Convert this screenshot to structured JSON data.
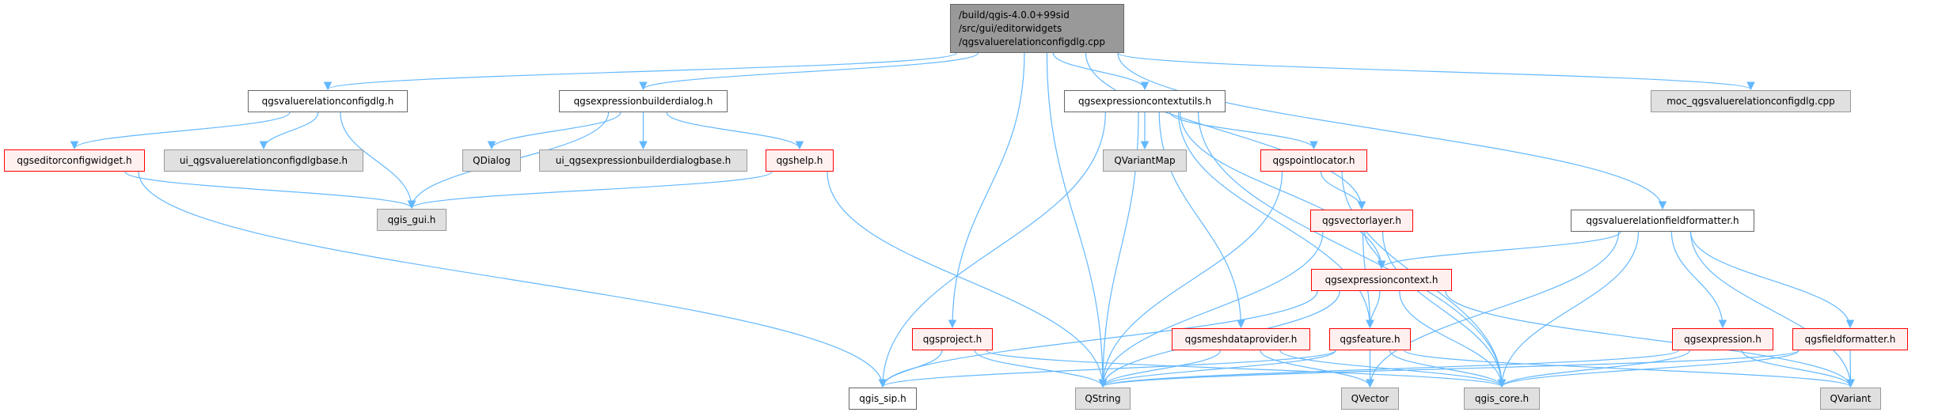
{
  "colors": {
    "edge": "#63b8ff",
    "root_fill": "#999999",
    "ext_fill": "#e0e0e0",
    "red_border": "#ff0000",
    "red_fill": "#fff0f0"
  },
  "nodes": {
    "root": {
      "lines": [
        "/build/qgis-4.0.0+99sid",
        "/src/gui/editorwidgets",
        "/qgsvaluerelationconfigdlg.cpp"
      ],
      "kind": "root"
    },
    "vrcdlg": {
      "label": "qgsvaluerelationconfigdlg.h",
      "kind": "plain"
    },
    "ebdlg": {
      "label": "qgsexpressionbuilderdialog.h",
      "kind": "plain"
    },
    "ecutils": {
      "label": "qgsexpressioncontextutils.h",
      "kind": "plain"
    },
    "moc": {
      "label": "moc_qgsvaluerelationconfigdlg.cpp",
      "kind": "ext"
    },
    "ecw": {
      "label": "qgseditorconfigwidget.h",
      "kind": "red"
    },
    "uivr": {
      "label": "ui_qgsvaluerelationconfigdlgbase.h",
      "kind": "ext"
    },
    "qdialog": {
      "label": "QDialog",
      "kind": "ext"
    },
    "uieb": {
      "label": "ui_qgsexpressionbuilderdialogbase.h",
      "kind": "ext"
    },
    "help": {
      "label": "qgshelp.h",
      "kind": "red"
    },
    "qvmap": {
      "label": "QVariantMap",
      "kind": "ext"
    },
    "ploc": {
      "label": "qgspointlocator.h",
      "kind": "red"
    },
    "gui": {
      "label": "qgis_gui.h",
      "kind": "ext"
    },
    "vlayer": {
      "label": "qgsvectorlayer.h",
      "kind": "red"
    },
    "vrff": {
      "label": "qgsvaluerelationfieldformatter.h",
      "kind": "plain"
    },
    "ectx": {
      "label": "qgsexpressioncontext.h",
      "kind": "red"
    },
    "project": {
      "label": "qgsproject.h",
      "kind": "red"
    },
    "mesh": {
      "label": "qgsmeshdataprovider.h",
      "kind": "red"
    },
    "feature": {
      "label": "qgsfeature.h",
      "kind": "red"
    },
    "expr": {
      "label": "qgsexpression.h",
      "kind": "red"
    },
    "ff": {
      "label": "qgsfieldformatter.h",
      "kind": "red"
    },
    "sip": {
      "label": "qgis_sip.h",
      "kind": "plain"
    },
    "qstring": {
      "label": "QString",
      "kind": "ext"
    },
    "qvector": {
      "label": "QVector",
      "kind": "ext"
    },
    "core": {
      "label": "qgis_core.h",
      "kind": "ext"
    },
    "qvariant": {
      "label": "QVariant",
      "kind": "ext"
    }
  },
  "edges": [
    [
      "root",
      "vrcdlg"
    ],
    [
      "root",
      "ebdlg"
    ],
    [
      "root",
      "qstring"
    ],
    [
      "root",
      "project"
    ],
    [
      "root",
      "ecutils"
    ],
    [
      "root",
      "vlayer"
    ],
    [
      "root",
      "vrff"
    ],
    [
      "root",
      "moc"
    ],
    [
      "vrcdlg",
      "ecw"
    ],
    [
      "vrcdlg",
      "uivr"
    ],
    [
      "vrcdlg",
      "gui"
    ],
    [
      "ecw",
      "gui"
    ],
    [
      "ecw",
      "sip"
    ],
    [
      "ebdlg",
      "gui"
    ],
    [
      "ebdlg",
      "qdialog"
    ],
    [
      "ebdlg",
      "uieb"
    ],
    [
      "ebdlg",
      "help"
    ],
    [
      "help",
      "gui"
    ],
    [
      "help",
      "qstring"
    ],
    [
      "ecutils",
      "sip"
    ],
    [
      "ecutils",
      "qstring"
    ],
    [
      "ecutils",
      "mesh"
    ],
    [
      "ecutils",
      "qvmap"
    ],
    [
      "ecutils",
      "ploc"
    ],
    [
      "ecutils",
      "feature"
    ],
    [
      "ecutils",
      "ectx"
    ],
    [
      "ecutils",
      "core"
    ],
    [
      "ploc",
      "qstring"
    ],
    [
      "ploc",
      "vlayer"
    ],
    [
      "ploc",
      "core"
    ],
    [
      "vlayer",
      "qstring"
    ],
    [
      "vlayer",
      "feature"
    ],
    [
      "vlayer",
      "ectx"
    ],
    [
      "vlayer",
      "core"
    ],
    [
      "vrff",
      "ectx"
    ],
    [
      "vrff",
      "qvector"
    ],
    [
      "vrff",
      "core"
    ],
    [
      "vrff",
      "expr"
    ],
    [
      "vrff",
      "ff"
    ],
    [
      "vrff",
      "qvariant"
    ],
    [
      "ectx",
      "sip"
    ],
    [
      "ectx",
      "qstring"
    ],
    [
      "ectx",
      "feature"
    ],
    [
      "ectx",
      "core"
    ],
    [
      "ectx",
      "qvariant"
    ],
    [
      "project",
      "sip"
    ],
    [
      "project",
      "qstring"
    ],
    [
      "project",
      "core"
    ],
    [
      "mesh",
      "qstring"
    ],
    [
      "mesh",
      "qvector"
    ],
    [
      "mesh",
      "core"
    ],
    [
      "feature",
      "sip"
    ],
    [
      "feature",
      "qstring"
    ],
    [
      "feature",
      "qvector"
    ],
    [
      "feature",
      "core"
    ],
    [
      "feature",
      "qvariant"
    ],
    [
      "expr",
      "qstring"
    ],
    [
      "expr",
      "core"
    ],
    [
      "expr",
      "qvariant"
    ],
    [
      "ff",
      "qstring"
    ],
    [
      "ff",
      "core"
    ],
    [
      "ff",
      "qvariant"
    ]
  ]
}
